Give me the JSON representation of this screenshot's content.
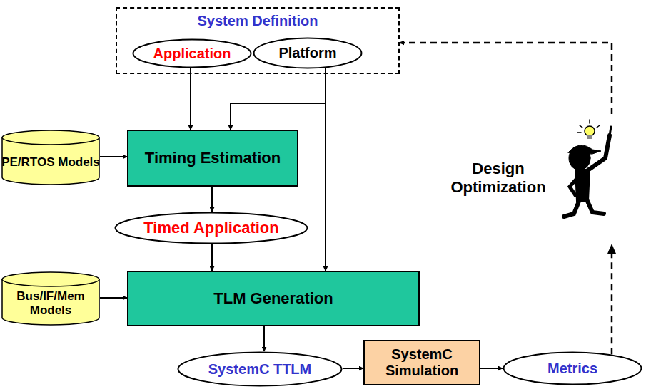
{
  "diagram": {
    "nodes": [
      {
        "text": [
          "System Definition"
        ]
      },
      {
        "text": [
          "Application"
        ],
        "in": 0
      },
      {
        "text": [
          "Platform"
        ],
        "in": 0
      },
      {
        "text": [
          "PE/RTOS Models"
        ]
      },
      {
        "text": [
          "Timing Estimation"
        ]
      },
      {
        "text": [
          "Timed Application"
        ]
      },
      {
        "text": [
          "Bus/IF/Mem Models"
        ]
      },
      {
        "text": [
          "TLM Generation"
        ]
      },
      {
        "text": [
          "SystemC TTLM"
        ]
      },
      {
        "text": [
          "SystemC Simulation"
        ]
      },
      {
        "text": [
          "Metrics"
        ]
      }
    ],
    "edges": [
      {
        "from": 1,
        "to": 4,
        "arrow": "to"
      },
      {
        "from": 2,
        "to": 4,
        "arrow": "to"
      },
      {
        "from": 3,
        "to": 4,
        "arrow": "to"
      },
      {
        "from": 4,
        "to": 5,
        "arrow": "to"
      },
      {
        "from": 5,
        "to": 7,
        "arrow": "to"
      },
      {
        "from": 2,
        "to": 7,
        "arrow": "to"
      },
      {
        "from": 6,
        "to": 7,
        "arrow": "to"
      },
      {
        "from": 7,
        "to": 8,
        "arrow": "to"
      },
      {
        "from": 8,
        "to": 9,
        "arrow": "to"
      },
      {
        "from": 9,
        "to": 10,
        "arrow": "to"
      },
      {
        "from": 10,
        "to": 0,
        "arrow": "to"
      }
    ],
    "labels": [
      "Design Optimization"
    ]
  }
}
